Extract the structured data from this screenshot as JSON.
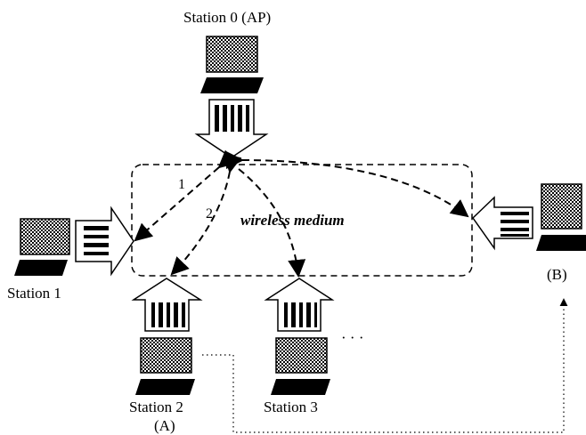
{
  "stations": {
    "s0": {
      "label": "Station 0 (AP)"
    },
    "s1": {
      "label": "Station 1"
    },
    "s2": {
      "label": "Station 2",
      "sublabel": "(A)"
    },
    "s3": {
      "label": "Station 3"
    },
    "sb": {
      "label": "(B)"
    }
  },
  "medium_label": "wireless medium",
  "edge_labels": {
    "e1": "1",
    "e2": "2"
  },
  "ellipsis": "· · ·",
  "icons": {
    "computer": "checkered-monitor-with-keyboard",
    "interface": "hollow-arrow-with-bars"
  }
}
